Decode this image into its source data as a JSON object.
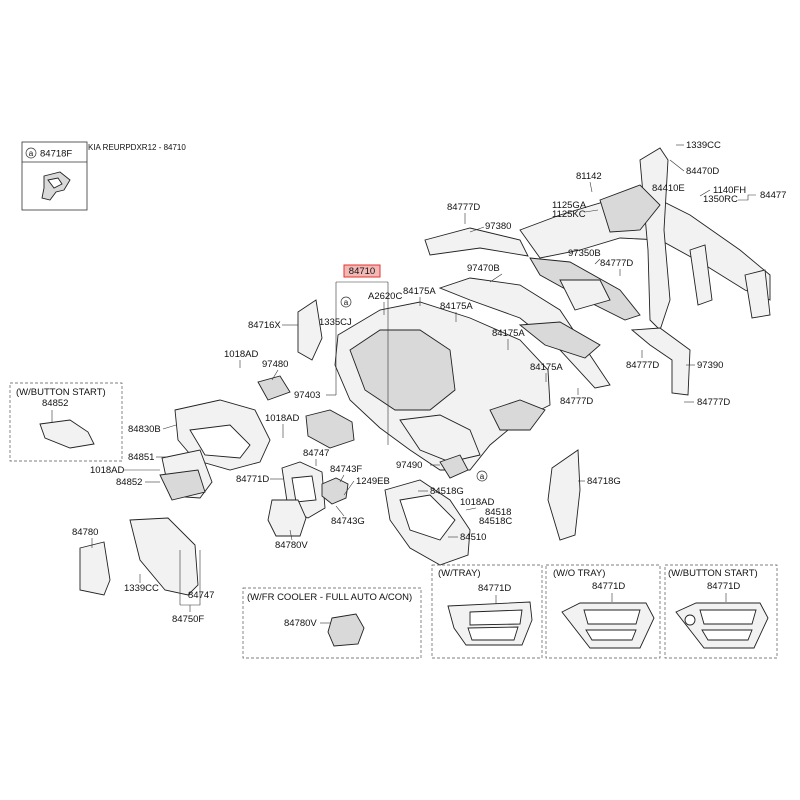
{
  "header": {
    "title": "KIA REURPDXR12 - 84710",
    "ref_callout": "a",
    "ref_part": "84718F"
  },
  "highlight": {
    "part": "84710",
    "color": "#e5322d"
  },
  "callout_letter": "a",
  "insets": {
    "button_start_left": {
      "title": "(W/BUTTON START)",
      "part": "84852"
    },
    "fr_cooler": {
      "title": "(W/FR COOLER - FULL AUTO A/CON)",
      "part": "84780V"
    },
    "w_tray": {
      "title": "(W/TRAY)",
      "part": "84771D"
    },
    "wo_tray": {
      "title": "(W/O TRAY)",
      "part": "84771D"
    },
    "button_start_right": {
      "title": "(W/BUTTON START)",
      "part": "84771D"
    }
  },
  "labels": {
    "l_1339cc_top": "1339CC",
    "l_84470d": "84470D",
    "l_81142": "81142",
    "l_84410e": "84410E",
    "l_1140fh": "1140FH",
    "l_1350rc": "1350RC",
    "l_84477": "84477",
    "l_1125ga": "1125GA",
    "l_1125kc": "1125KC",
    "l_84777d_a": "84777D",
    "l_97380": "97380",
    "l_97350b": "97350B",
    "l_84777d_b": "84777D",
    "l_97470b": "97470B",
    "l_a2620c": "A2620C",
    "l_84175a_1": "84175A",
    "l_84175a_2": "84175A",
    "l_84175a_3": "84175A",
    "l_84175a_4": "84175A",
    "l_1335cj": "1335CJ",
    "l_84716x": "84716X",
    "l_1018ad_1": "1018AD",
    "l_97480": "97480",
    "l_97403": "97403",
    "l_84777d_c": "84777D",
    "l_97390": "97390",
    "l_84777d_d": "84777D",
    "l_84777d_e": "84777D",
    "l_84830b": "84830B",
    "l_1018ad_2": "1018AD",
    "l_84747_a": "84747",
    "l_84851": "84851",
    "l_84743f": "84743F",
    "l_97490": "97490",
    "l_1018ad_3": "1018AD",
    "l_84852": "84852",
    "l_84771d": "84771D",
    "l_1249eb": "1249EB",
    "l_84518g": "84518G",
    "l_84718g": "84718G",
    "l_1018ad_4": "1018AD",
    "l_84518": "84518",
    "l_84518c": "84518C",
    "l_84743g": "84743G",
    "l_84510": "84510",
    "l_84780v": "84780V",
    "l_84780": "84780",
    "l_1339cc_bot": "1339CC",
    "l_84747_b": "84747",
    "l_84750f": "84750F"
  }
}
